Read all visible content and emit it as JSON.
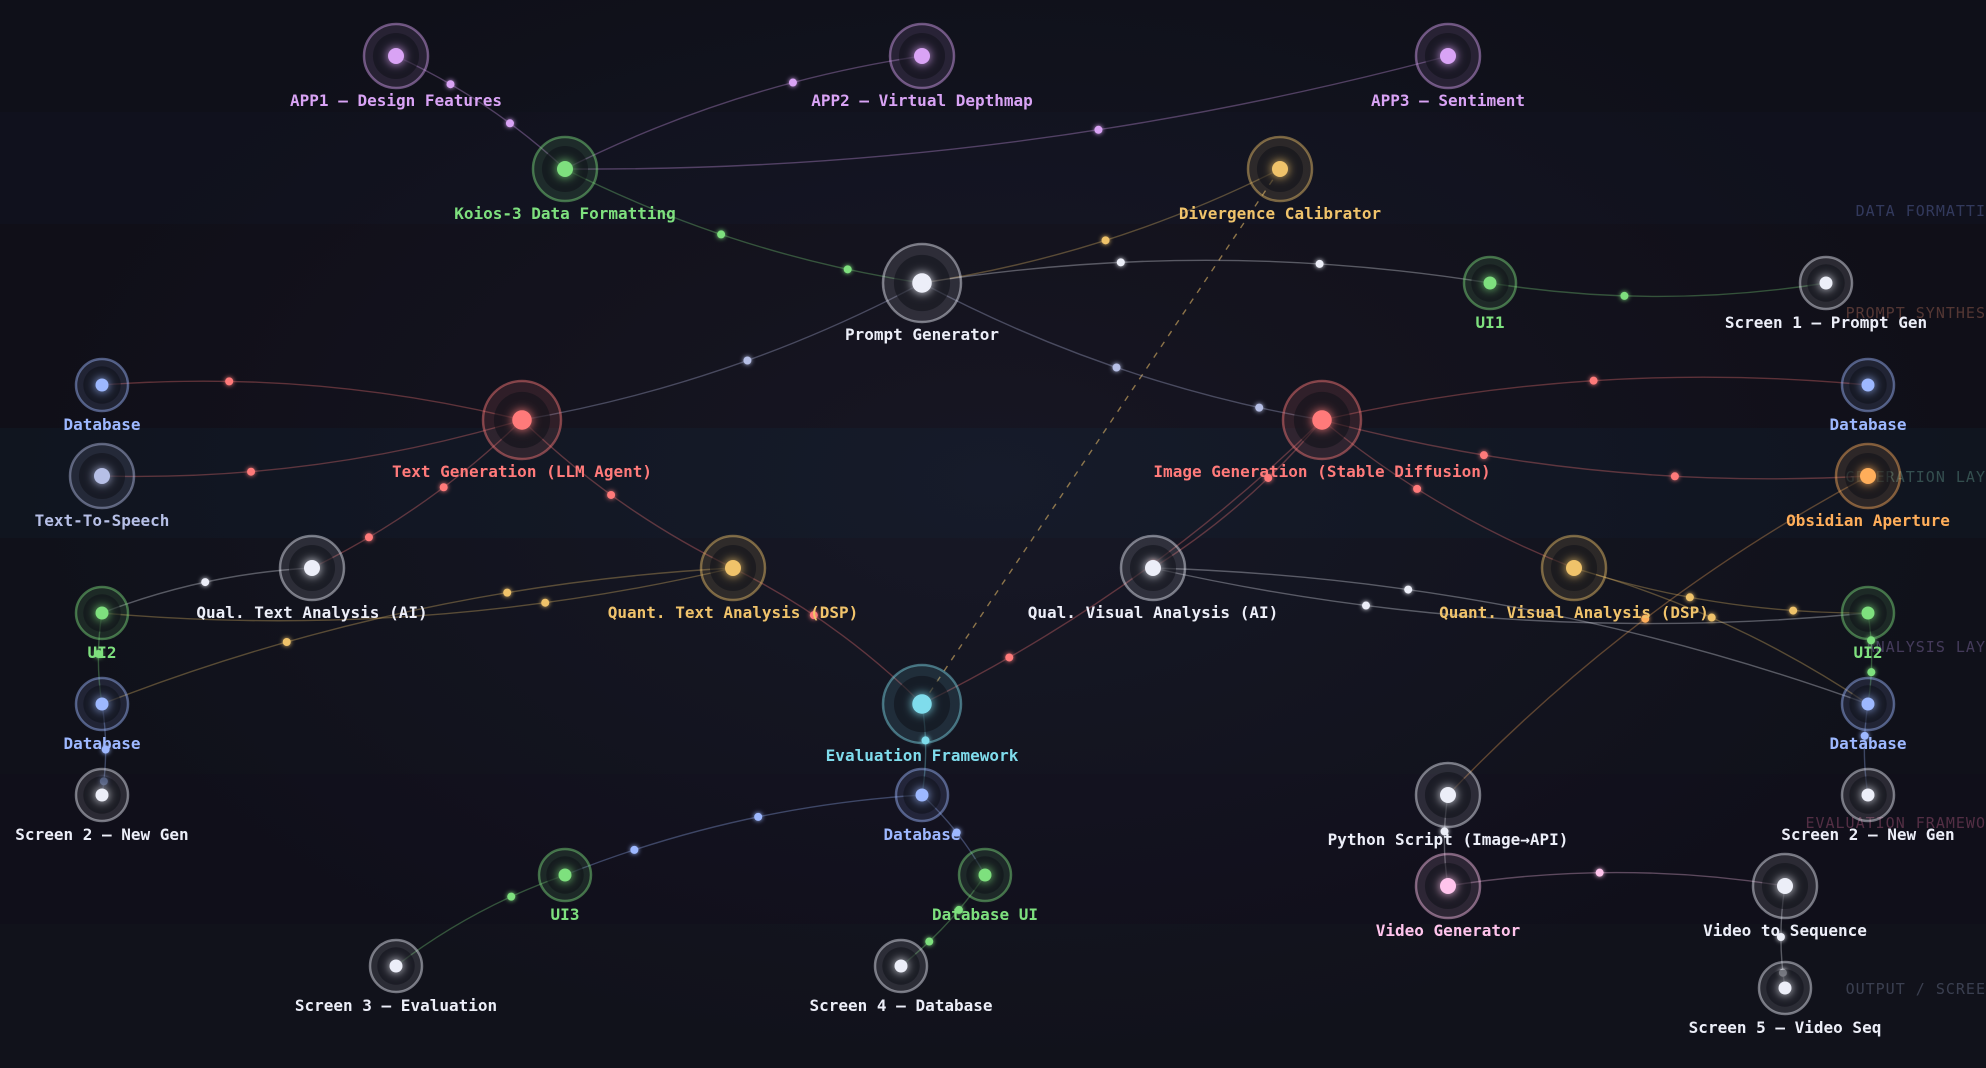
{
  "colors": {
    "background": "#0d0e17",
    "purple": "#d9a3f5",
    "green": "#7ee07e",
    "gold": "#f0c36b",
    "white": "#eceef8",
    "blue": "#9db8ff",
    "red": "#ff7a7a",
    "orange": "#ffae5a",
    "pink": "#ffc4ec",
    "cyan": "#7fdcec",
    "teal": "#8ee0c8",
    "lavender": "#b6bfe6"
  },
  "bands": [
    {
      "title": "",
      "color": "#8aa0ff"
    },
    {
      "title": "DATA FORMATTI",
      "color": "#8aa0ff"
    },
    {
      "title": "PROMPT SYNTHES",
      "color": "#ff9d7a"
    },
    {
      "title": "GENERATION LAY",
      "color": "#8ee0c8"
    },
    {
      "title": "ANALYSIS LAY",
      "color": "#c9a6ff"
    },
    {
      "title": "EVALUATION FRAMEWO",
      "color": "#ff7fb0"
    },
    {
      "title": "OUTPUT / SCREE",
      "color": "#a6b4d8"
    }
  ],
  "nodes": {
    "app1": {
      "label": "APP1 — Design Features",
      "color": "purple"
    },
    "app2": {
      "label": "APP2 — Virtual Depthmap",
      "color": "purple"
    },
    "app3": {
      "label": "APP3 — Sentiment",
      "color": "purple"
    },
    "koios": {
      "label": "Koios-3 Data Formatting",
      "color": "green"
    },
    "divergence": {
      "label": "Divergence Calibrator",
      "color": "gold"
    },
    "prompt": {
      "label": "Prompt Generator",
      "color": "white"
    },
    "ui1": {
      "label": "UI1",
      "color": "green"
    },
    "screen1": {
      "label": "Screen 1 — Prompt Gen",
      "color": "white"
    },
    "db_left": {
      "label": "Database",
      "color": "blue"
    },
    "tts": {
      "label": "Text-To-Speech",
      "color": "lavender"
    },
    "textgen": {
      "label": "Text Generation (LLM Agent)",
      "color": "red"
    },
    "imagegen": {
      "label": "Image Generation (Stable Diffusion)",
      "color": "red"
    },
    "db_right": {
      "label": "Database",
      "color": "blue"
    },
    "obsidian": {
      "label": "Obsidian Aperture",
      "color": "orange"
    },
    "qualtext": {
      "label": "Qual. Text Analysis (AI)",
      "color": "white"
    },
    "quanttext": {
      "label": "Quant. Text Analysis (DSP)",
      "color": "gold"
    },
    "qualvis": {
      "label": "Qual. Visual Analysis (AI)",
      "color": "white"
    },
    "quantvis": {
      "label": "Quant. Visual Analysis (DSP)",
      "color": "gold"
    },
    "ui2_left": {
      "label": "UI2",
      "color": "green"
    },
    "ui2_right": {
      "label": "UI2",
      "color": "green"
    },
    "db_left2": {
      "label": "Database",
      "color": "blue"
    },
    "db_right2": {
      "label": "Database",
      "color": "blue"
    },
    "eval": {
      "label": "Evaluation Framework",
      "color": "cyan"
    },
    "screen2_left": {
      "label": "Screen 2 — New Gen",
      "color": "white"
    },
    "screen2_right": {
      "label": "Screen 2 — New Gen",
      "color": "white"
    },
    "db_eval": {
      "label": "Database",
      "color": "blue"
    },
    "python": {
      "label": "Python Script (Image→API)",
      "color": "white"
    },
    "ui3": {
      "label": "UI3",
      "color": "green"
    },
    "dbui": {
      "label": "Database UI",
      "color": "green"
    },
    "videogen": {
      "label": "Video Generator",
      "color": "pink"
    },
    "video2seq": {
      "label": "Video to Sequence",
      "color": "white"
    },
    "screen3": {
      "label": "Screen 3 — Evaluation",
      "color": "white"
    },
    "screen4": {
      "label": "Screen 4 — Database",
      "color": "white"
    },
    "screen5": {
      "label": "Screen 5 — Video Seq",
      "color": "white"
    }
  },
  "edges": [
    {
      "from": "app1",
      "to": "koios",
      "color": "purple"
    },
    {
      "from": "app2",
      "to": "koios",
      "color": "purple"
    },
    {
      "from": "app3",
      "to": "koios",
      "color": "purple"
    },
    {
      "from": "koios",
      "to": "prompt",
      "color": "green"
    },
    {
      "from": "divergence",
      "to": "prompt",
      "color": "gold"
    },
    {
      "from": "divergence",
      "to": "eval",
      "color": "gold",
      "dashed": true
    },
    {
      "from": "prompt",
      "to": "ui1",
      "color": "white"
    },
    {
      "from": "ui1",
      "to": "screen1",
      "color": "green"
    },
    {
      "from": "prompt",
      "to": "textgen",
      "color": "lavender"
    },
    {
      "from": "prompt",
      "to": "imagegen",
      "color": "lavender"
    },
    {
      "from": "db_left",
      "to": "textgen",
      "color": "red"
    },
    {
      "from": "tts",
      "to": "textgen",
      "color": "red"
    },
    {
      "from": "textgen",
      "to": "qualtext",
      "color": "red"
    },
    {
      "from": "textgen",
      "to": "quanttext",
      "color": "red"
    },
    {
      "from": "imagegen",
      "to": "db_right",
      "color": "red"
    },
    {
      "from": "imagegen",
      "to": "obsidian",
      "color": "red"
    },
    {
      "from": "imagegen",
      "to": "qualvis",
      "color": "red"
    },
    {
      "from": "imagegen",
      "to": "quantvis",
      "color": "red"
    },
    {
      "from": "imagegen",
      "to": "eval",
      "color": "red"
    },
    {
      "from": "qualtext",
      "to": "ui2_left",
      "color": "white"
    },
    {
      "from": "quanttext",
      "to": "ui2_left",
      "color": "gold"
    },
    {
      "from": "quanttext",
      "to": "db_left2",
      "color": "gold"
    },
    {
      "from": "quanttext",
      "to": "eval",
      "color": "red"
    },
    {
      "from": "ui2_left",
      "to": "db_left2",
      "color": "green"
    },
    {
      "from": "db_left2",
      "to": "screen2_left",
      "color": "blue"
    },
    {
      "from": "qualvis",
      "to": "ui2_right",
      "color": "white"
    },
    {
      "from": "qualvis",
      "to": "db_right2",
      "color": "white"
    },
    {
      "from": "quantvis",
      "to": "ui2_right",
      "color": "gold"
    },
    {
      "from": "quantvis",
      "to": "db_right2",
      "color": "gold"
    },
    {
      "from": "obsidian",
      "to": "python",
      "color": "orange"
    },
    {
      "from": "ui2_right",
      "to": "db_right2",
      "color": "green"
    },
    {
      "from": "db_right2",
      "to": "screen2_right",
      "color": "blue"
    },
    {
      "from": "eval",
      "to": "db_eval",
      "color": "cyan"
    },
    {
      "from": "db_eval",
      "to": "ui3",
      "color": "blue"
    },
    {
      "from": "db_eval",
      "to": "dbui",
      "color": "blue"
    },
    {
      "from": "ui3",
      "to": "screen3",
      "color": "green"
    },
    {
      "from": "dbui",
      "to": "screen4",
      "color": "green"
    },
    {
      "from": "python",
      "to": "videogen",
      "color": "white"
    },
    {
      "from": "videogen",
      "to": "video2seq",
      "color": "pink"
    },
    {
      "from": "video2seq",
      "to": "screen5",
      "color": "white"
    }
  ]
}
